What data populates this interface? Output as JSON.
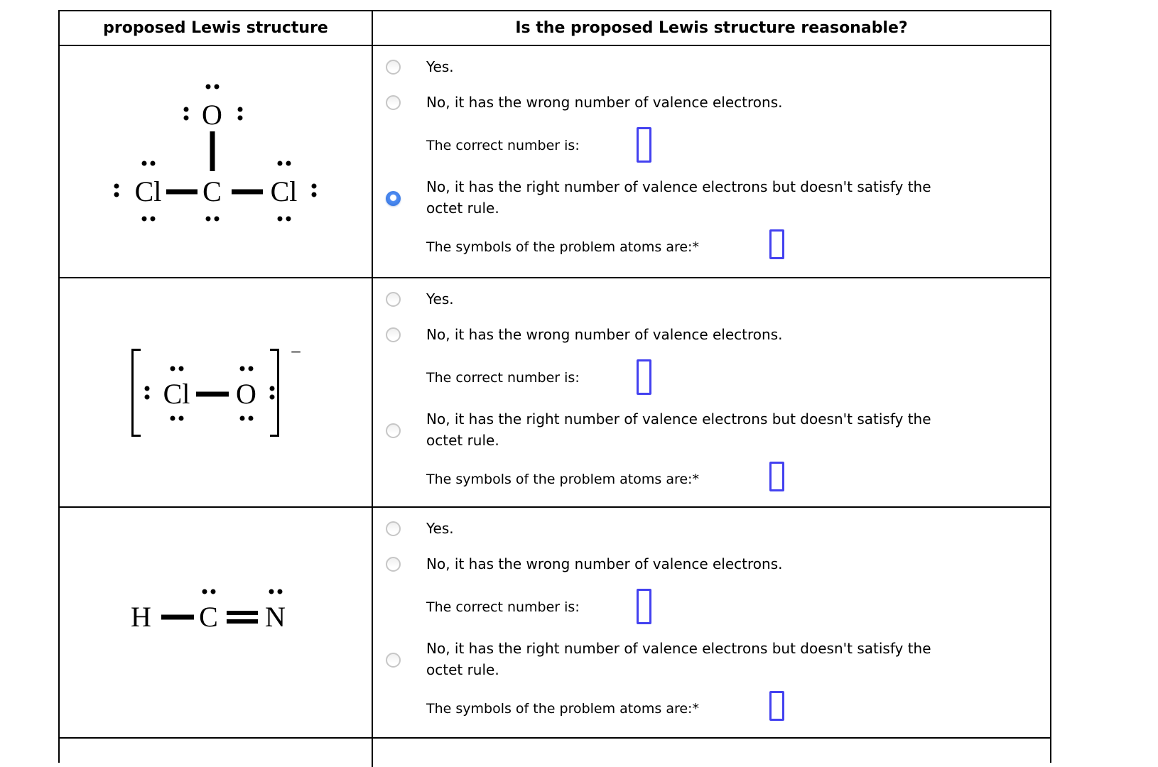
{
  "header": {
    "col1": "proposed Lewis structure",
    "col2": "Is the proposed Lewis structure reasonable?"
  },
  "options": {
    "yes": "Yes.",
    "no_wrong": "No, it has the wrong number of valence electrons.",
    "correct_number_label": "The correct number is:",
    "no_right_line1": "No, it has the right number of valence electrons but doesn't satisfy the",
    "no_right_line2": "octet rule.",
    "symbols_label": "The symbols of the problem atoms are:*"
  },
  "rows": [
    {
      "selected": "no_right",
      "inputs": {
        "correct_number": "",
        "symbols": ""
      }
    },
    {
      "selected": null,
      "inputs": {
        "correct_number": "",
        "symbols": ""
      }
    },
    {
      "selected": null,
      "inputs": {
        "correct_number": "",
        "symbols": ""
      }
    }
  ],
  "atoms": {
    "s1": {
      "top": "O",
      "center": "C",
      "left": "Cl",
      "right": "Cl"
    },
    "s2": {
      "left": "Cl",
      "right": "O",
      "charge": "−"
    },
    "s3": {
      "left": "H",
      "center": "C",
      "right": "N"
    }
  },
  "colors": {
    "input_border": "#4341f0",
    "radio_selected": "#3c7ff0",
    "table_border": "#000000"
  }
}
